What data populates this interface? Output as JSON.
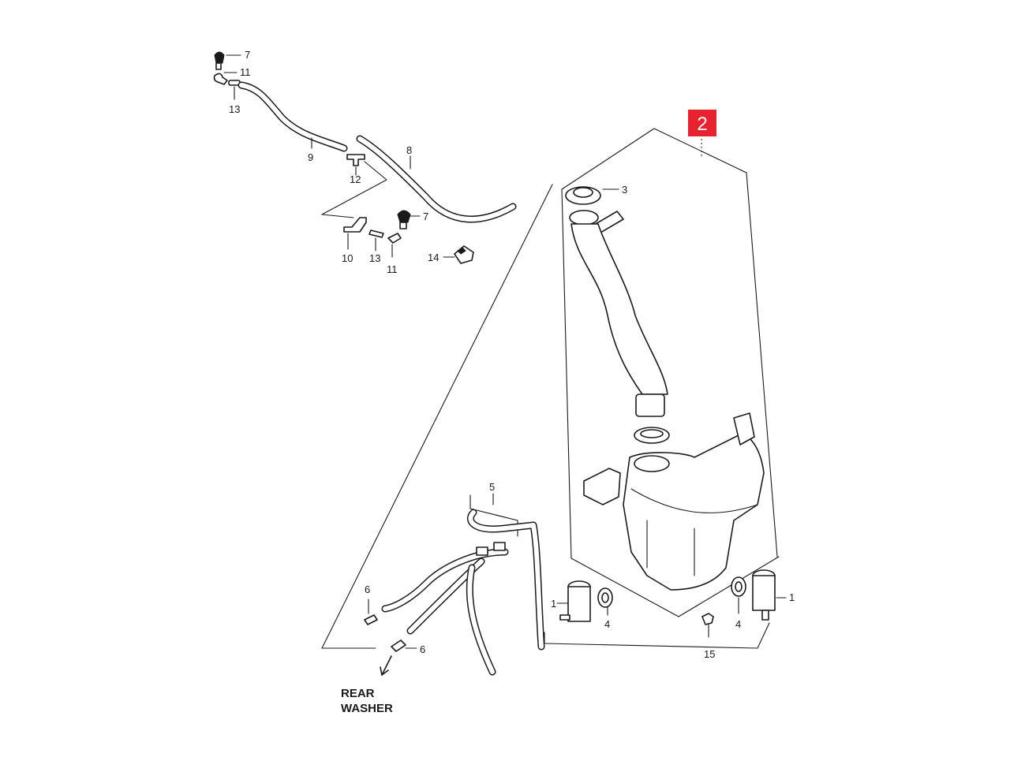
{
  "diagram": {
    "callouts": {
      "nozzle_top": "7",
      "joint_top": "11",
      "connector_top": "13",
      "hose_left": "9",
      "hose_right": "8",
      "tee": "12",
      "nozzle_mid": "7",
      "elbow": "10",
      "connector_mid": "13",
      "joint_mid": "11",
      "clip": "14",
      "cap": "3",
      "hose_assy": "5",
      "check_valve_upper": "6",
      "check_valve_lower": "6",
      "pump_left": "1",
      "grommet_left": "4",
      "bolt": "15",
      "grommet_right": "4",
      "pump_right": "1"
    },
    "badge": {
      "label": "2",
      "color": "#e8232f"
    },
    "rear_washer": {
      "line1": "REAR",
      "line2": "WASHER"
    }
  }
}
